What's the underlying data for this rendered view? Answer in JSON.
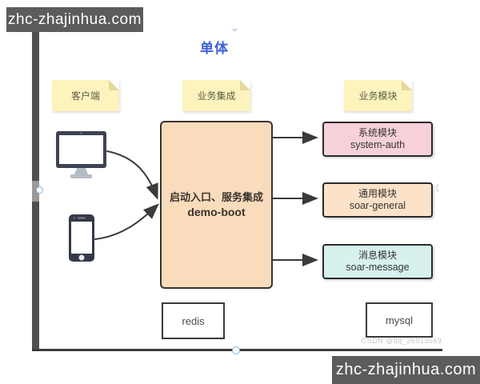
{
  "watermarks": {
    "site": "zhc-zhajinhua.com",
    "csdn": "CSDN @qq_26913569"
  },
  "editor": {
    "top_handle_glyph": "⌄",
    "right_handle_glyph": "("
  },
  "diagram": {
    "title": "单体",
    "sticky_notes": [
      {
        "label": "客户端"
      },
      {
        "label": "业务集成"
      },
      {
        "label": "业务模块"
      }
    ],
    "client_devices": [
      {
        "icon": "desktop-monitor-icon"
      },
      {
        "icon": "smartphone-icon"
      }
    ],
    "center_box": {
      "line1": "启动入口、服务集成",
      "line2": "demo-boot",
      "fill": "#f8dcbc"
    },
    "modules": [
      {
        "name": "系统模块",
        "code": "system-auth",
        "fill": "#f7d1da"
      },
      {
        "name": "通用模块",
        "code": "soar-general",
        "fill": "#fbe2c8"
      },
      {
        "name": "消息模块",
        "code": "soar-message",
        "fill": "#d7f1ef"
      }
    ],
    "datastores": [
      {
        "label": "redis"
      },
      {
        "label": "mysql"
      }
    ]
  },
  "colors": {
    "watermark_bg": "#5c5c5c",
    "title_blue": "#3d5ed8",
    "sticky_fill": "#fcf3bd",
    "sticky_fold": "#e4d89a",
    "arrow": "#3b3b3b",
    "scrollbar": "#4f4f4f"
  }
}
